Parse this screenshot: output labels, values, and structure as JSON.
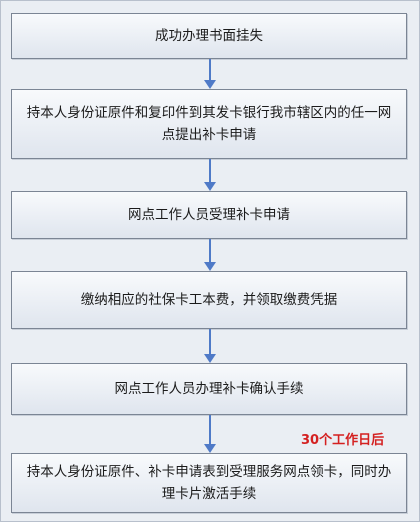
{
  "flowchart": {
    "steps": [
      {
        "text": "成功办理书面挂失"
      },
      {
        "text": "持本人身份证原件和复印件到其发卡银行我市辖区内的任一网点提出补卡申请"
      },
      {
        "text": "网点工作人员受理补卡申请"
      },
      {
        "text": "缴纳相应的社保卡工本费，并领取缴费凭据"
      },
      {
        "text": "网点工作人员办理补卡确认手续"
      },
      {
        "text": "持本人身份证原件、补卡申请表到受理服务网点领卡，同时办理卡片激活手续"
      }
    ],
    "note": "30个工作日后"
  },
  "colors": {
    "arrow": "#4f7ac7",
    "note": "#d42020",
    "box_border": "#7b8594"
  }
}
